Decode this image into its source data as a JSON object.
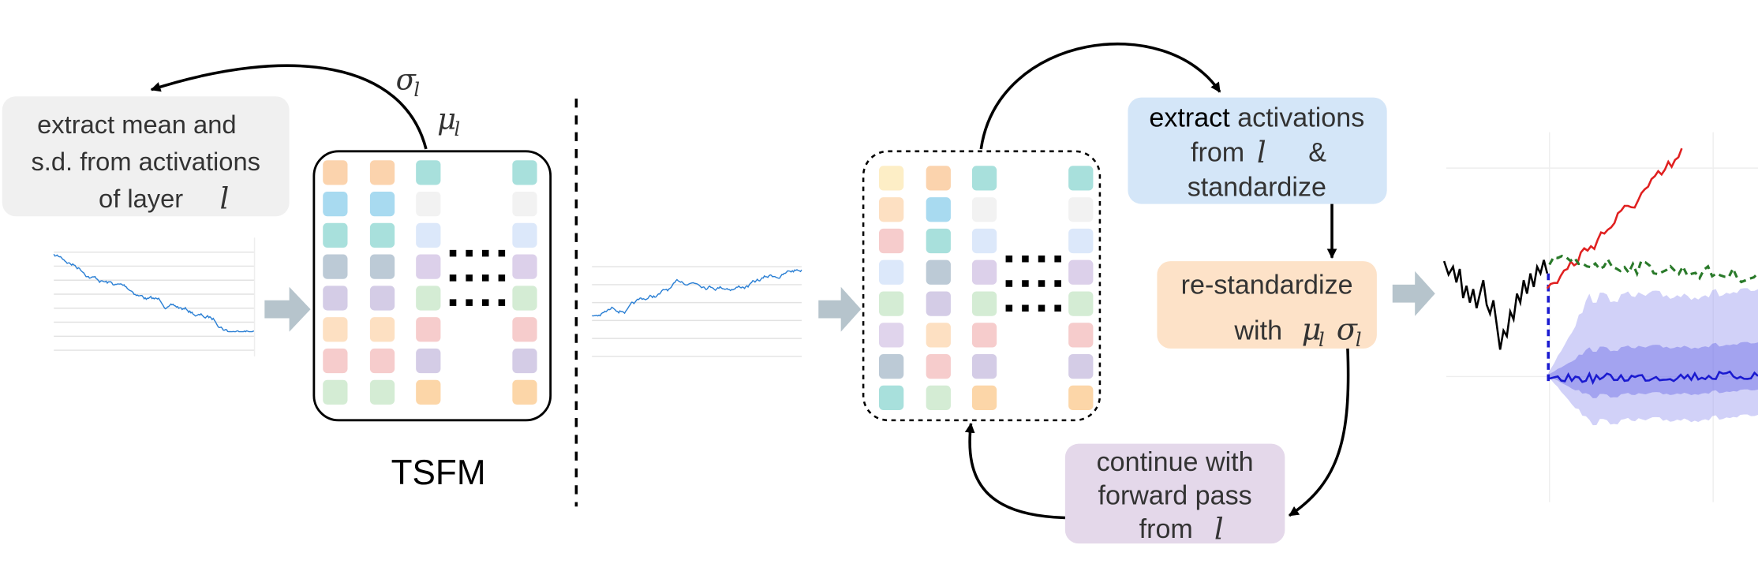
{
  "symbols": {
    "sigma": "σ",
    "mu": "μ",
    "sub_l": "l",
    "l": "l"
  },
  "left_panel": {
    "box_lines": [
      "extract mean and",
      "s.d. from activations",
      "of layer"
    ],
    "model_label": "TSFM"
  },
  "right_panel": {
    "extract_box": {
      "line1_bold": "extract",
      "line1_rest": " activations",
      "line2_from": "from",
      "line2_amp": "&",
      "line3": "standardize"
    },
    "restandardize_box": {
      "line1": "re-standardize",
      "line2": "with"
    },
    "continue_box": {
      "line1": "continue with",
      "line2": "forward pass",
      "line3": "from"
    }
  },
  "colors": {
    "arrow_gray": "#b6c4cc",
    "line_blue": "#2a7fd4",
    "forecast_red": "#e02020",
    "forecast_green": "#2a7a2a",
    "forecast_blue": "#1a1ad0",
    "band_blue": "#9a9af0",
    "extract_box": "#d4e6f8",
    "restandardize_box": "#fde2c8",
    "continue_box": "#e4d8ea",
    "left_box": "#f0f0f0"
  }
}
